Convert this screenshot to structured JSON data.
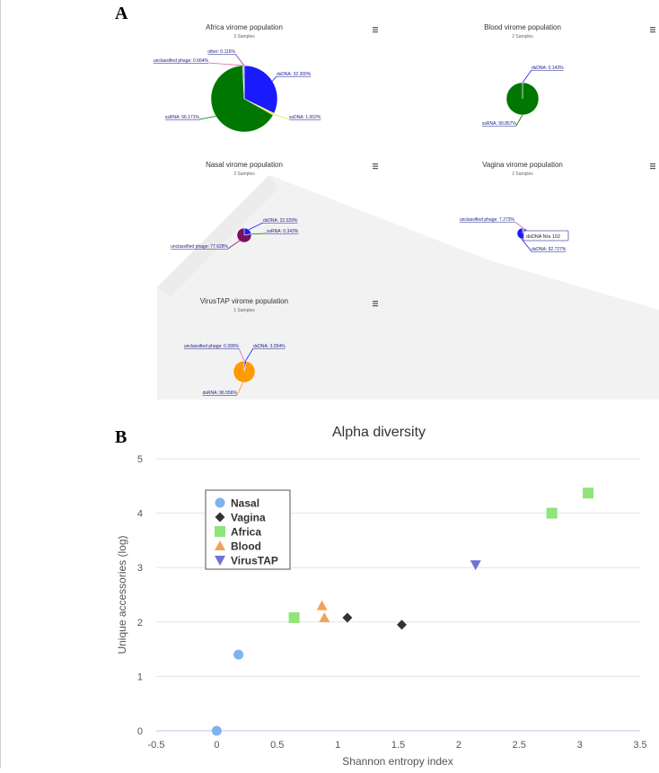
{
  "panel_labels": {
    "a": "A",
    "b": "B"
  },
  "pie_charts": [
    {
      "title": "Africa virome population",
      "subtitle": "3 Samples",
      "slices": [
        {
          "label": "dsDNA: 32.300%",
          "value": 32.3,
          "color": "#1a1aff"
        },
        {
          "label": "ssDNA: 1.002%",
          "value": 1.002,
          "color": "#f0e442"
        },
        {
          "label": "ssRNA: 66.171%",
          "value": 66.171,
          "color": "#007700"
        },
        {
          "label": "unclassified phage: 0.664%",
          "value": 0.664,
          "color": "#e65aa6"
        },
        {
          "label": "other: 0.116%",
          "value": 0.116,
          "color": "#9a2aa6"
        }
      ]
    },
    {
      "title": "Blood virome population",
      "subtitle": "2 Samples",
      "slices": [
        {
          "label": "dsDNA: 0.143%",
          "value": 0.143,
          "color": "#1a1aff"
        },
        {
          "label": "ssRNA: 99.857%",
          "value": 99.857,
          "color": "#007700"
        }
      ]
    },
    {
      "title": "Nasal virome population",
      "subtitle": "3 Samples",
      "slices": [
        {
          "label": "dsDNA: 22.029%",
          "value": 22.029,
          "color": "#1a1aff"
        },
        {
          "label": "ssRNA: 0.343%",
          "value": 0.343,
          "color": "#007700"
        },
        {
          "label": "unclassified phage: 77.628%",
          "value": 77.628,
          "color": "#7a1060"
        }
      ]
    },
    {
      "title": "Vagina virome population",
      "subtitle": "2 Samples",
      "tooltip": "dsDNA N/a 102",
      "slices": [
        {
          "label": "unclassified phage: 7.273%",
          "value": 7.273,
          "color": "#e65aa6"
        },
        {
          "label": "dsDNA: 92.727%",
          "value": 92.727,
          "color": "#1a1aff"
        }
      ]
    },
    {
      "title": "VirusTAP virome population",
      "subtitle": "1 Samples",
      "slices": [
        {
          "label": "unclassified phage: 0.390%",
          "value": 0.39,
          "color": "#e65aa6"
        },
        {
          "label": "dsDNA: 3.054%",
          "value": 3.054,
          "color": "#1a1aff"
        },
        {
          "label": "dsRNA: 96.556%",
          "value": 96.556,
          "color": "#ff9a00"
        }
      ]
    }
  ],
  "chart_data": {
    "type": "scatter",
    "title": "Alpha diversity",
    "xlabel": "Shannon entropy index",
    "ylabel": "Unique accessories (log)",
    "xlim": [
      -0.5,
      3.5
    ],
    "ylim": [
      0,
      5
    ],
    "x_ticks": [
      "-0.5",
      "0",
      "0.5",
      "1",
      "1.5",
      "2",
      "2.5",
      "3",
      "3.5"
    ],
    "y_ticks": [
      "0",
      "1",
      "2",
      "3",
      "4",
      "5"
    ],
    "grid": "horizontal",
    "legend_position": "top-left",
    "series": [
      {
        "name": "Nasal",
        "marker": "circle",
        "color": "#7fb2ee",
        "points": [
          [
            0.0,
            0.0
          ],
          [
            0.18,
            1.4
          ]
        ]
      },
      {
        "name": "Vagina",
        "marker": "diamond",
        "color": "#333333",
        "points": [
          [
            1.08,
            2.08
          ],
          [
            1.53,
            1.95
          ]
        ]
      },
      {
        "name": "Africa",
        "marker": "square",
        "color": "#8ee57a",
        "points": [
          [
            0.64,
            2.08
          ],
          [
            2.77,
            4.0
          ],
          [
            3.07,
            4.37
          ]
        ]
      },
      {
        "name": "Blood",
        "marker": "triangle-up",
        "color": "#f4a25a",
        "points": [
          [
            0.87,
            2.3
          ],
          [
            0.89,
            2.08
          ]
        ]
      },
      {
        "name": "VirusTAP",
        "marker": "triangle-down",
        "color": "#6f73d9",
        "points": [
          [
            2.14,
            3.05
          ]
        ]
      }
    ]
  }
}
